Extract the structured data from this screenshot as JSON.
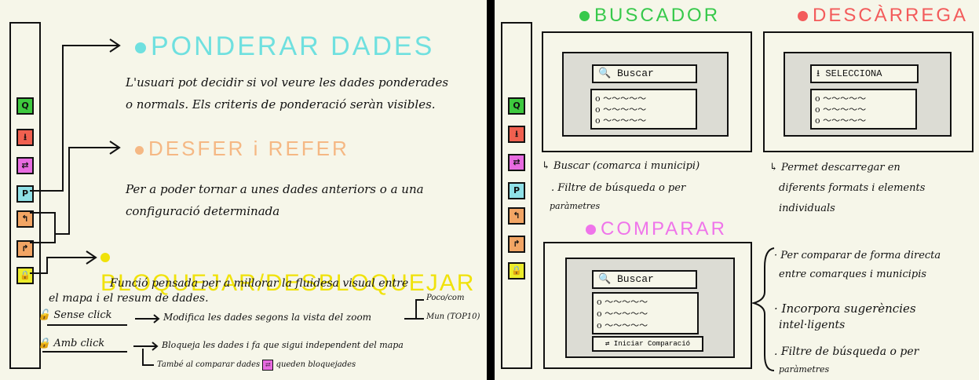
{
  "colors": {
    "green": "#3ec93e",
    "red": "#f0604f",
    "pink": "#e86be0",
    "cyan": "#8fe0e6",
    "orange": "#f2a564",
    "yellow": "#ecec2a",
    "ponderar": "#6fe0df",
    "desfer": "#f5b884",
    "bloquejar": "#f0e20a",
    "buscador": "#37c94b",
    "descarrega": "#f35b5b",
    "comparar": "#ef74ea"
  },
  "toolbar_icons": [
    "search-icon",
    "download-icon",
    "swap-icon",
    "p-icon",
    "undo-icon",
    "redo-icon",
    "lock-icon"
  ],
  "toolbar_glyphs": [
    "Q",
    "⭳",
    "⇄",
    "P",
    "↰",
    "↱",
    "🔒"
  ],
  "left": {
    "ponderar": {
      "title": "PONDERAR DADES",
      "line1": "L'usuari pot decidir si vol veure les dades ponderades",
      "line2": "o normals. Els criteris de ponderació seràn visibles."
    },
    "desfer": {
      "title": "DESFER i REFER",
      "line1": "Per a poder tornar a unes dades anteriors o a una",
      "line2": "configuració determinada"
    },
    "bloquejar": {
      "title": "BLOQUEJAR/DESBLOQUEJAR",
      "line1": "Funció pensada per a millorar la fluidesa visual entre",
      "line2": "el mapa i el resum de dades.",
      "sense_label": "Sense click",
      "sense_text": "Modifica les dades segons la vista del zoom",
      "zoom_opt1": "Poco/com",
      "zoom_opt2": "Mun (TOP10)",
      "amb_label": "Amb click",
      "amb_text": "Bloqueja les dades i fa que sigui independent del mapa",
      "amb_note": "També al comparar dades",
      "amb_note2": "queden bloquejades"
    }
  },
  "right": {
    "buscador": {
      "title": "BUSCADOR",
      "search_label": "Buscar",
      "desc1": "Buscar (comarca i municipi)",
      "desc2": "Filtre de búsqueda o per",
      "desc3": "paràmetres"
    },
    "descarrega": {
      "title": "DESCÀRREGA",
      "select_label": "SELECCIONA",
      "desc1": "Permet descarregar en",
      "desc2": "diferents formats i elements",
      "desc3": "individuals"
    },
    "comparar": {
      "title": "COMPARAR",
      "search_label": "Buscar",
      "button_label": "Iniciar Comparació",
      "desc1": "Per comparar de forma directa",
      "desc2": "entre comarques i municipis",
      "desc3": "Incorpora sugerències",
      "desc4": "intel·ligents",
      "desc5": "Filtre de búsqueda o per",
      "desc6": "paràmetres"
    }
  }
}
